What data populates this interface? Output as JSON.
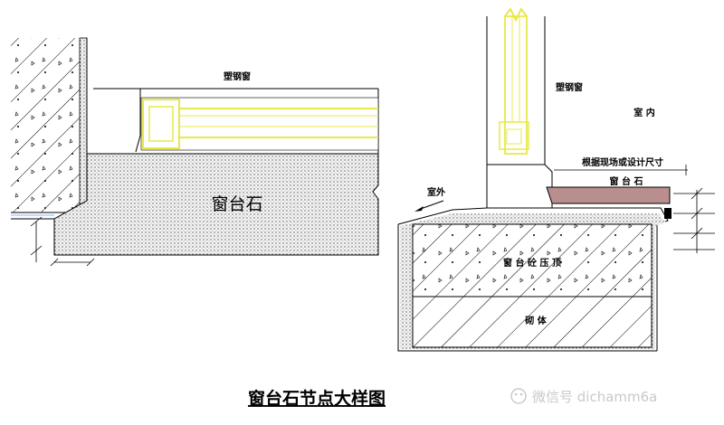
{
  "labels": {
    "left_window": "塑钢窗",
    "left_stone": "窗台石",
    "right_window": "塑钢窗",
    "indoor": "室 内",
    "size_note": "根据现场或设计尺寸",
    "right_stone": "窗 台 石",
    "outdoor": "室外",
    "concrete_cap": "窗 台 砼 压 顶",
    "masonry": "砌 体"
  },
  "title": "窗台石节点大样图",
  "watermark": "微信号 dichamm6a",
  "colors": {
    "window_frame": "#e8e84a",
    "stone_fill": "#b98e8e",
    "line": "#000000"
  }
}
